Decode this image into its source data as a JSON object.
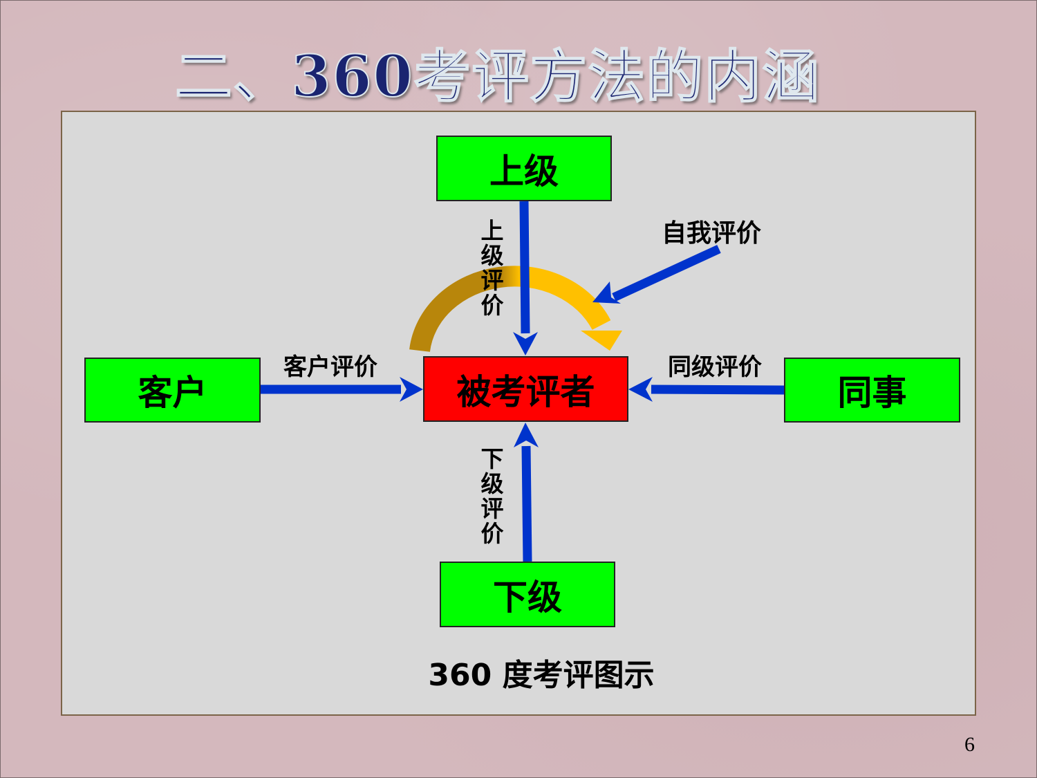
{
  "slide": {
    "title": "二、360考评方法的内涵",
    "page_number": "6",
    "background_color": "#d4b8bd",
    "panel_color": "#d9d9d9",
    "panel_border_color": "#7b6448"
  },
  "diagram": {
    "center": {
      "label": "被考评者",
      "color": "#ff0000"
    },
    "nodes": {
      "top": {
        "label": "上级",
        "color": "#00ff00"
      },
      "left": {
        "label": "客户",
        "color": "#00ff00"
      },
      "right": {
        "label": "同事",
        "color": "#00ff00"
      },
      "bottom": {
        "label": "下级",
        "color": "#00ff00"
      }
    },
    "edges": {
      "top": {
        "label": "上级评价",
        "color": "#0033cc"
      },
      "left": {
        "label": "客户评价",
        "color": "#0033cc"
      },
      "right": {
        "label": "同级评价",
        "color": "#0033cc"
      },
      "bottom": {
        "label": "下级评价",
        "color": "#0033cc"
      },
      "self": {
        "label": "自我评价",
        "color": "#0033cc",
        "arc_colors": [
          "#b8860b",
          "#ffc000"
        ]
      }
    },
    "caption": "360 度考评图示"
  }
}
